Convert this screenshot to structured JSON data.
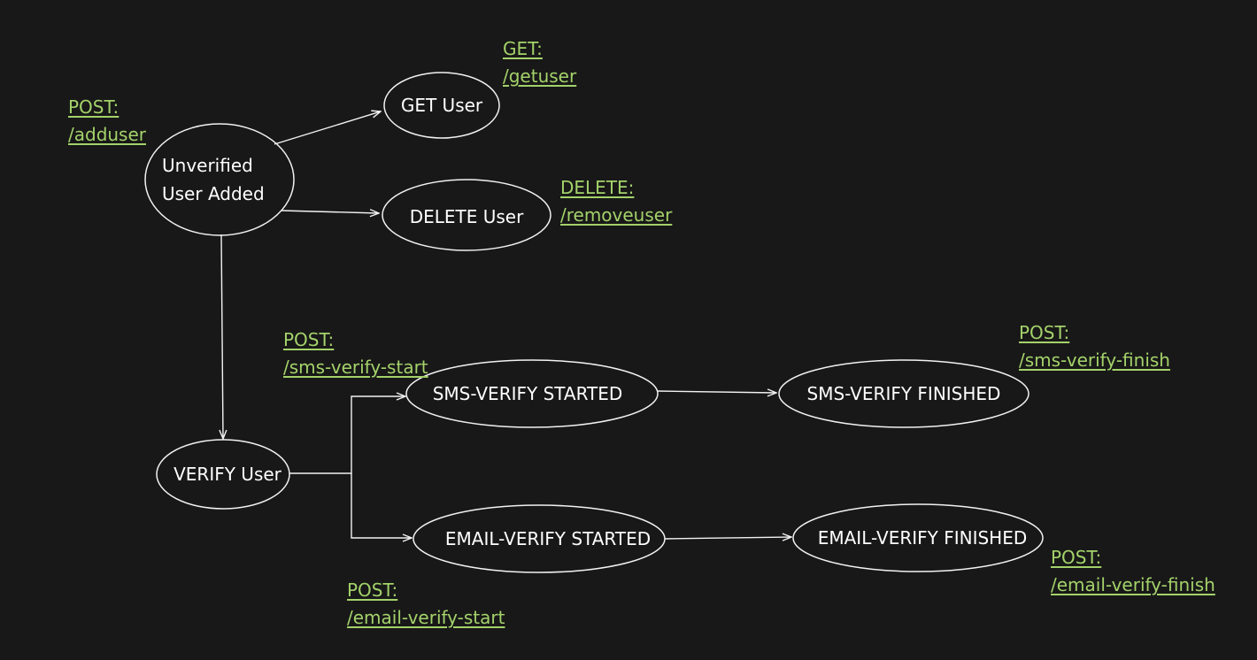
{
  "colors": {
    "background": "#181818",
    "stroke": "#f2f2f2",
    "node_text": "#ffffff",
    "api_text": "#a4d26a"
  },
  "nodes": {
    "unverified": {
      "line1": "Unverified",
      "line2": "User Added"
    },
    "get_user": {
      "label": "GET User"
    },
    "delete_user": {
      "label": "DELETE User"
    },
    "verify_user": {
      "label": "VERIFY User"
    },
    "sms_started": {
      "label": "SMS-VERIFY STARTED"
    },
    "sms_finished": {
      "label": "SMS-VERIFY FINISHED"
    },
    "email_started": {
      "label": "EMAIL-VERIFY STARTED"
    },
    "email_finished": {
      "label": "EMAIL-VERIFY FINISHED"
    }
  },
  "api_labels": {
    "adduser": {
      "method": "POST:",
      "path": "/adduser"
    },
    "getuser": {
      "method": "GET:",
      "path": "/getuser"
    },
    "removeuser": {
      "method": "DELETE:",
      "path": "/removeuser"
    },
    "sms_verify_start": {
      "method": "POST:",
      "path": "/sms-verify-start"
    },
    "sms_verify_finish": {
      "method": "POST:",
      "path": "/sms-verify-finish"
    },
    "email_verify_start": {
      "method": "POST:",
      "path": "/email-verify-start"
    },
    "email_verify_finish": {
      "method": "POST:",
      "path": "/email-verify-finish"
    }
  }
}
